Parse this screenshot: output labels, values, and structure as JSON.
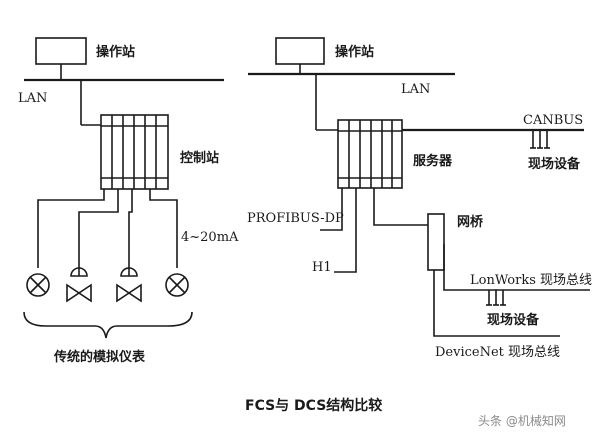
{
  "left": {
    "station_label": "操作站",
    "lan_label": "LAN",
    "controller_label": "控制站",
    "signal_label": "4~20mA",
    "instruments_label": "传统的模拟仪表"
  },
  "right": {
    "station_label": "操作站",
    "lan_label": "LAN",
    "server_label": "服务器",
    "canbus_label": "CANBUS",
    "canbus_devices_label": "现场设备",
    "profibus_label": "PROFIBUS-DP",
    "h1_label": "H1",
    "bridge_label": "网桥",
    "lonworks_label": "LonWorks 现场总线",
    "lonworks_devices_label": "现场设备",
    "devicenet_label": "DeviceNet 现场总线"
  },
  "caption": "FCS与 DCS结构比较",
  "watermark": "头条 @机械知网"
}
